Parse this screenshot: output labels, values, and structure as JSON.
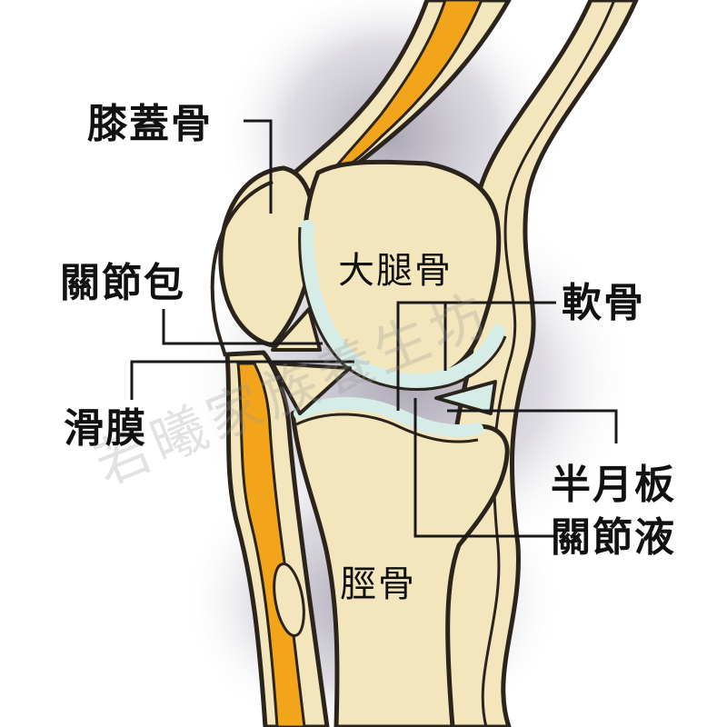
{
  "labels": {
    "patella": "膝蓋骨",
    "joint_capsule": "關節包",
    "femur": "大腿骨",
    "cartilage": "軟骨",
    "synovium": "滑膜",
    "meniscus": "半月板",
    "synovial_fluid": "關節液",
    "tibia": "脛骨"
  },
  "watermark": "若曦家族養生坊",
  "colors": {
    "bone_fill": "#f3e6bd",
    "outline": "#2a241c",
    "tendon_orange": "#f2a51a",
    "cartilage_blue": "#d6ece6",
    "shadow_gray": "#a9a4b2",
    "leader_line": "#1a1a1a"
  }
}
